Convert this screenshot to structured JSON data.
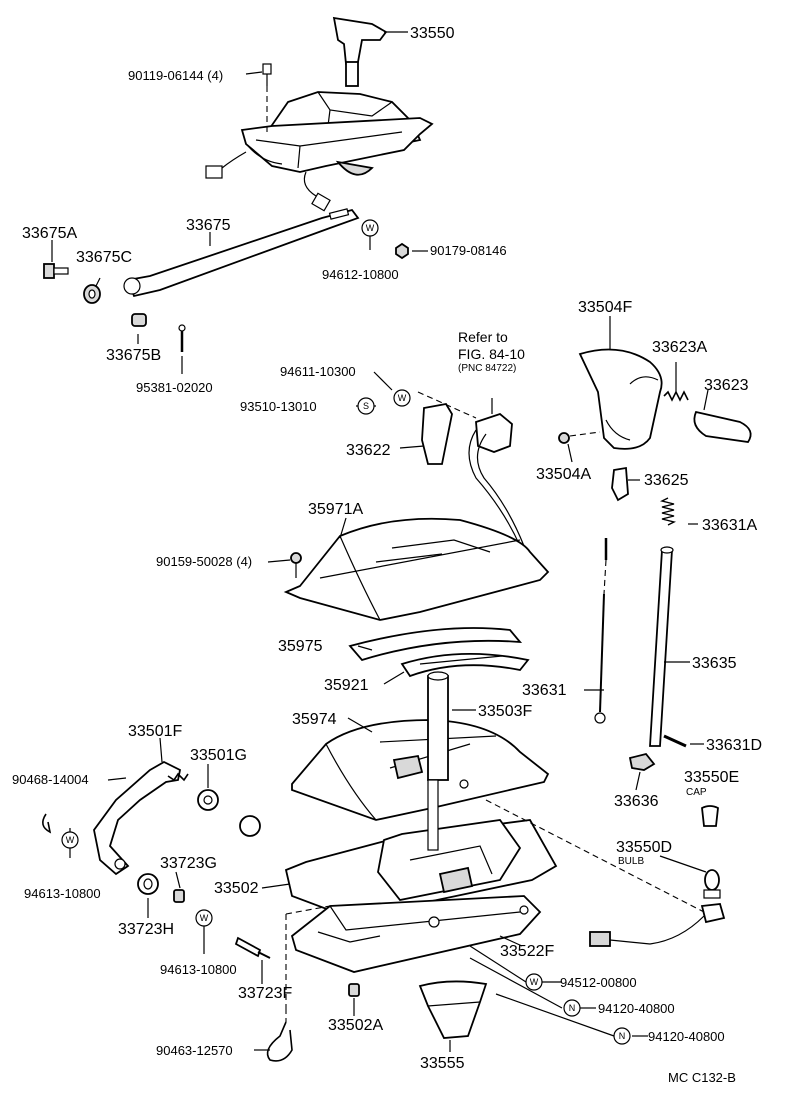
{
  "labels": {
    "p33550": "33550",
    "p90119": "90119-06144 (4)",
    "p33675A": "33675A",
    "p33675": "33675",
    "p33675C": "33675C",
    "p94612": "94612-10800",
    "p90179": "90179-08146",
    "p33675B": "33675B",
    "p95381": "95381-02020",
    "refer1": "Refer to",
    "refer2": "FIG. 84-10",
    "refer3": "(PNC 84722)",
    "p94611": "94611-10300",
    "p93510": "93510-13010",
    "p33622": "33622",
    "p33504F": "33504F",
    "p33623A": "33623A",
    "p33623": "33623",
    "p33504A": "33504A",
    "p33625": "33625",
    "p35971A": "35971A",
    "p33631A": "33631A",
    "p90159": "90159-50028 (4)",
    "p35975": "35975",
    "p35921": "35921",
    "p33631": "33631",
    "p33635": "33635",
    "p35974": "35974",
    "p33503F": "33503F",
    "p33501F": "33501F",
    "p33501G": "33501G",
    "p90468": "90468-14004",
    "p33631D": "33631D",
    "p33636": "33636",
    "p33550E": "33550E",
    "cap": "CAP",
    "p94613a": "94613-10800",
    "p33723G": "33723G",
    "p33550D": "33550D",
    "bulb": "BULB",
    "p33502": "33502",
    "p33723H": "33723H",
    "p33522F": "33522F",
    "p94613b": "94613-10800",
    "p33723F": "33723F",
    "p94512": "94512-00800",
    "p94120a": "94120-40800",
    "p33502A": "33502A",
    "p94120b": "94120-40800",
    "p90463": "90463-12570",
    "p33555": "33555",
    "code": "MC  C132-B"
  },
  "symbols": {
    "washer": "W",
    "snap": "S",
    "nut": "N"
  }
}
